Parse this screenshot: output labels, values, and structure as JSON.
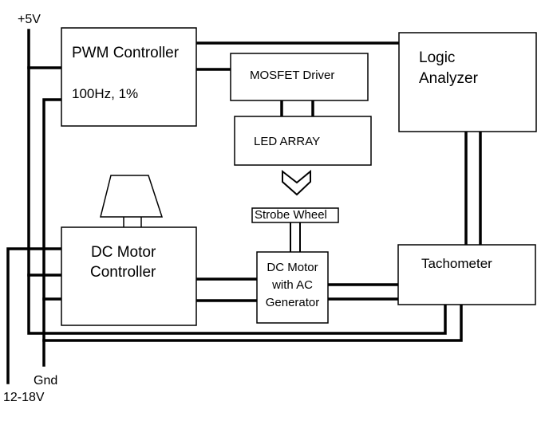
{
  "rails": {
    "v5": "+5V",
    "gnd": "Gnd",
    "v12": "12-18V"
  },
  "pwm": {
    "title": "PWM Controller",
    "setting": "100Hz,  1%"
  },
  "mosfet": {
    "label": "MOSFET Driver"
  },
  "led": {
    "label": "LED ARRAY"
  },
  "logic": {
    "line1": "Logic",
    "line2": "Analyzer"
  },
  "strobe": {
    "label": "Strobe Wheel"
  },
  "dcctrl": {
    "line1": "DC Motor",
    "line2": "Controller"
  },
  "motor": {
    "line1": "DC Motor",
    "line2": "with AC",
    "line3": "Generator"
  },
  "tach": {
    "label": "Tachometer"
  }
}
